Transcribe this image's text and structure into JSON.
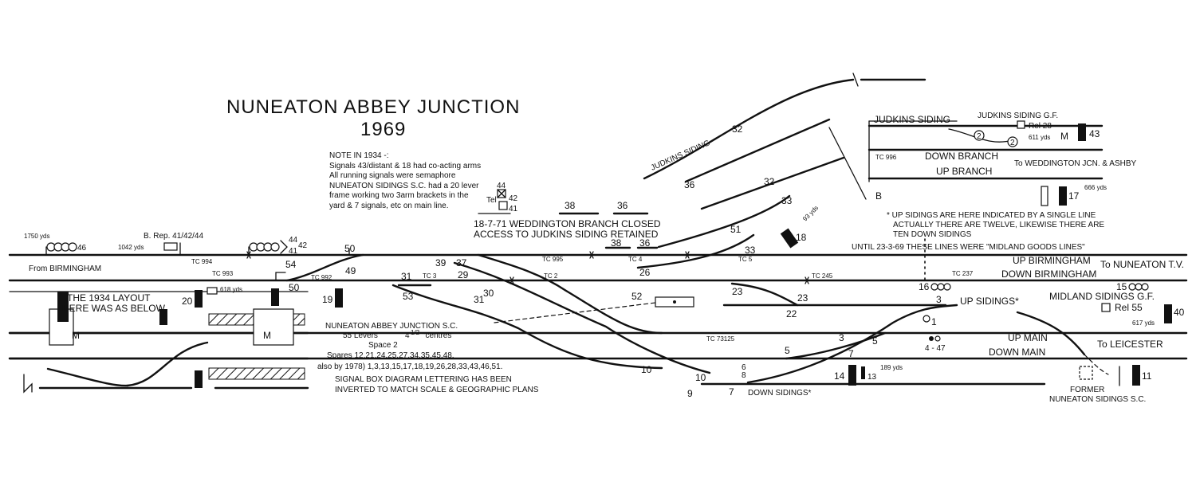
{
  "title": {
    "line1": "NUNEATON ABBEY JUNCTION",
    "line2": "1969"
  },
  "note_1934": [
    "NOTE IN 1934 -:",
    "Signals 43/distant & 18 had co-acting arms",
    "All running signals were semaphore",
    "NUNEATON SIDINGS S.C. had a 20 lever",
    "frame working two 3arm brackets in the",
    "yard & 7 signals, etc on main line."
  ],
  "weddington_note": [
    "18-7-71 WEDDINGTON  BRANCH  CLOSED",
    "ACCESS  TO  JUDKINS  SIDING  RETAINED"
  ],
  "up_sidings_note": [
    "* UP SIDINGS ARE HERE INDICATED BY A SINGLE LINE",
    "ACTUALLY THERE ARE TWELVE, LIKEWISE THERE ARE",
    "TEN DOWN SIDINGS"
  ],
  "midland_goods_note": "UNTIL 23-3-69 THESE LINES WERE \"MIDLAND GOODS LINES\"",
  "layout_1934_note": [
    "THE 1934 LAYOUT",
    "HERE WAS AS BELOW"
  ],
  "signal_box": {
    "name": "NUNEATON ABBEY JUNCTION S.C.",
    "levers": "55 Levers",
    "centres_a": "4",
    "centres_b": "1/2",
    "centres_c": "\"centres",
    "space": "Space 2",
    "spares": "Spares 12,21,24,25,27,34,35,45,48.",
    "also_by": "also by 1978) 1,3,13,15,17,18,19,26,28,33,43,46,51.",
    "lettering_1": "SIGNAL BOX DIAGRAM LETTERING HAS BEEN",
    "lettering_2": "INVERTED TO MATCH SCALE & GEOGRAPHIC PLANS"
  },
  "line_names": {
    "from_birmingham": "From BIRMINGHAM",
    "up_birmingham": "UP  BIRMINGHAM",
    "to_nuneaton_tv": "To NUNEATON  T.V.",
    "down_birmingham": "DOWN BIRMINGHAM",
    "up_sidings": "UP SIDINGS*",
    "midland_sidings": "MIDLAND SIDINGS G.F.",
    "rel_55": "Rel 55",
    "up_main": "UP MAIN",
    "down_main": "DOWN MAIN",
    "to_leicester": "To LEICESTER",
    "down_sidings": "DOWN  SIDINGS*",
    "former_1": "FORMER",
    "former_2": "NUNEATON SIDINGS S.C.",
    "judkins_siding_upper": "JUDKINS SIDING",
    "judkins_siding": "JUDKINS  SIDING",
    "judkins_siding_gf": "JUDKINS SIDING G.F.",
    "rel_28": "Rel 28",
    "down_branch": "DOWN  BRANCH",
    "to_weddington": "To WEDDINGTON JCN.  &  ASHBY",
    "up_branch": "UP  BRANCH",
    "b_rep": "B. Rep. 41/42/44",
    "tel": "Tel"
  },
  "track_circuits": {
    "tc994": "TC 994",
    "tc993": "TC 993",
    "tc992": "TC 992",
    "tc3": "TC 3",
    "tc995": "TC 995",
    "tc4": "TC 4",
    "tc2": "TC 2",
    "tc5": "TC 5",
    "tc245": "TC 245",
    "tc237": "TC 237",
    "tc73125": "TC 73125",
    "tc996": "TC 996"
  },
  "distances": {
    "d1750": "1750 yds",
    "d1042": "1042 yds",
    "d618": "618 yds",
    "d93": "93 yds",
    "d611": "611 yds",
    "d666": "666 yds",
    "d617": "617 yds",
    "d189": "189 yds",
    "d447": "4 - 47"
  },
  "numbers": {
    "n46": "46",
    "n44": "44",
    "n42": "42",
    "n41": "41",
    "n50a": "50",
    "n50b": "50",
    "n49": "49",
    "n54": "54",
    "n20": "20",
    "n19": "19",
    "n31a": "31",
    "n53": "53",
    "n39": "39",
    "n37": "37",
    "n29": "29",
    "n30": "30",
    "n31b": "31",
    "n38a": "38",
    "n36a": "36",
    "n38b": "38",
    "n36b": "36",
    "n36c": "36",
    "n32a": "32",
    "n32b": "32",
    "n33a": "33",
    "n33b": "33",
    "n51": "51",
    "n18": "18",
    "n26": "26",
    "n52": "52",
    "n23a": "23",
    "n23b": "23",
    "n22": "22",
    "n16": "16",
    "n3a": "3",
    "n1": "1",
    "n3b": "3",
    "n5a": "5",
    "n5b": "5",
    "n7": "7",
    "n15": "15",
    "n40": "40",
    "n11": "11",
    "n14": "14",
    "n13": "13",
    "n10a": "10",
    "n10b": "10",
    "n9": "9",
    "n7b": "7",
    "n6": "6",
    "n8": "8",
    "n2a": "2",
    "n2b": "2",
    "n43": "43",
    "n17": "17",
    "n8b": "B",
    "n44b": "44",
    "n42b": "42",
    "n41b": "41",
    "m1": "M",
    "m2": "M",
    "m3": "M"
  }
}
